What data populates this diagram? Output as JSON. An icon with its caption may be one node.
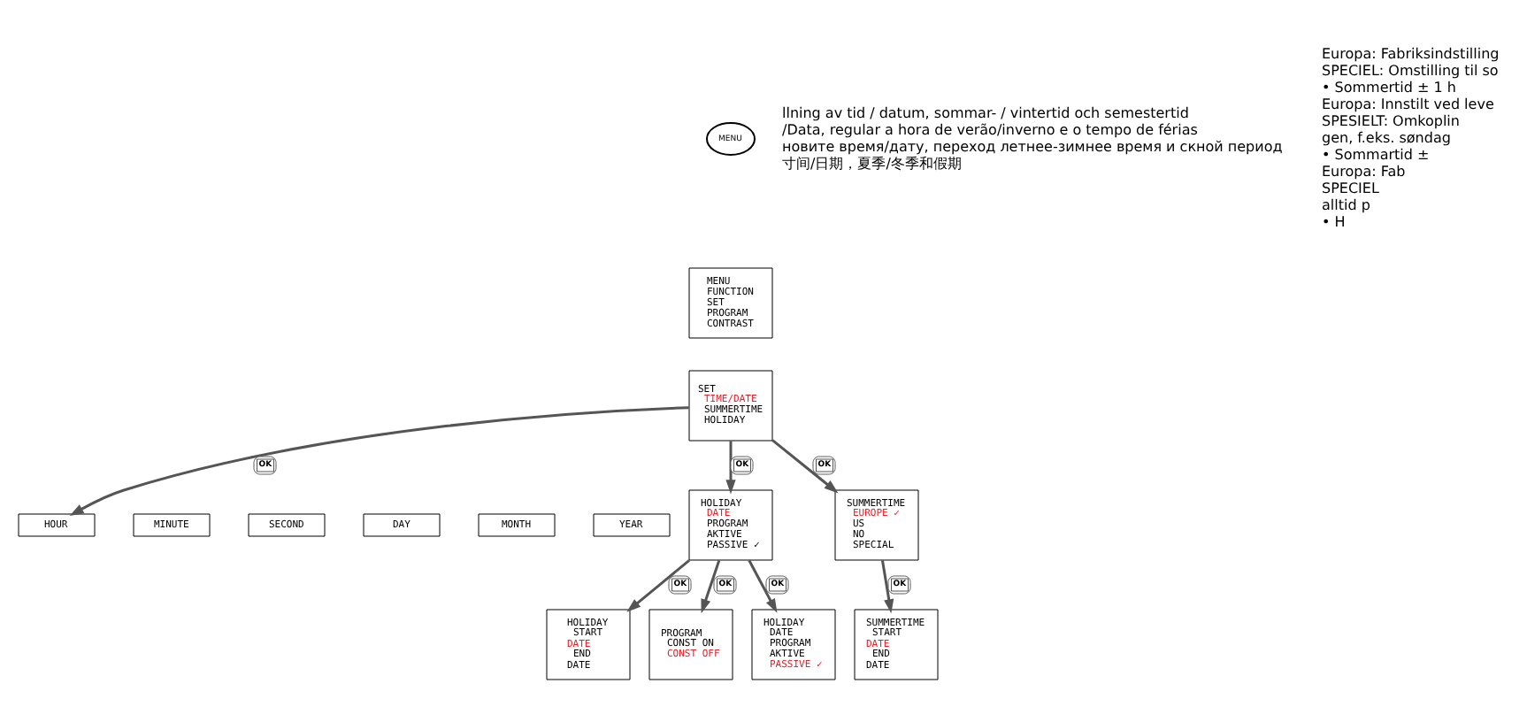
{
  "diagram": {
    "nodes": [
      {
        "text": [
          "MENU"
        ]
      },
      {
        "text": [
          "MENU",
          "FUNCTION",
          "SET",
          "PROGRAM",
          "CONTRAST"
        ]
      },
      {
        "text": [
          "SET",
          "TIME/DATE",
          "SUMMERTIME",
          "HOLIDAY"
        ]
      },
      {
        "text": [
          "HOUR"
        ]
      },
      {
        "text": [
          "MINUTE"
        ]
      },
      {
        "text": [
          "SECOND"
        ]
      },
      {
        "text": [
          "DAY"
        ]
      },
      {
        "text": [
          "MONTH"
        ]
      },
      {
        "text": [
          "YEAR"
        ]
      },
      {
        "text": [
          "HOLIDAY",
          "DATE",
          "PROGRAM",
          "AKTIVE",
          "PASSIVE ✓"
        ]
      },
      {
        "text": [
          "HOLIDAY",
          "START",
          "DATE",
          "END",
          "DATE"
        ]
      },
      {
        "text": [
          "PROGRAM",
          "CONST ON",
          "CONST OFF"
        ]
      },
      {
        "text": [
          "HOLIDAY",
          "DATE",
          "PROGRAM",
          "AKTIVE",
          "PASSIVE ✓"
        ]
      },
      {
        "text": [
          "SUMMERTIME",
          "EUROPE ✓",
          "US",
          "NO",
          "SPECIAL"
        ]
      },
      {
        "text": [
          "SUMMERTIME",
          "START",
          "DATE",
          "END",
          "DATE"
        ]
      }
    ],
    "edges": [
      {
        "from": 2,
        "to": 3,
        "arrow": "to",
        "label": "OK"
      },
      {
        "from": 2,
        "to": 9,
        "arrow": "to",
        "label": "OK"
      },
      {
        "from": 2,
        "to": 13,
        "arrow": "to",
        "label": "OK"
      },
      {
        "from": 9,
        "to": 10,
        "arrow": "to",
        "label": "OK"
      },
      {
        "from": 9,
        "to": 11,
        "arrow": "to",
        "label": "OK"
      },
      {
        "from": 9,
        "to": 12,
        "arrow": "to",
        "label": "OK"
      },
      {
        "from": 13,
        "to": 14,
        "arrow": "to",
        "label": "OK"
      }
    ],
    "labels": [
      "llning av tid / datum, sommar- / vintertid och semestertid",
      "/Data, regular a hora de verão/inverno e o tempo de férias",
      "новите время/дату, переход летнее-зимнее время и скной период",
      "寸间/日期，夏季/冬季和假期",
      "Europa: Fabriksindstilling",
      "SPECIEL: Omstilling til so",
      "• Sommertid ± 1 h",
      "Europa: Innstilt ved leve",
      "SPESIELT: Omkoplin",
      "gen, f.eks. søndag",
      "• Sommartid ±",
      "Europa: Fab",
      "SPECIEL",
      "alltid p",
      "• H"
    ]
  }
}
